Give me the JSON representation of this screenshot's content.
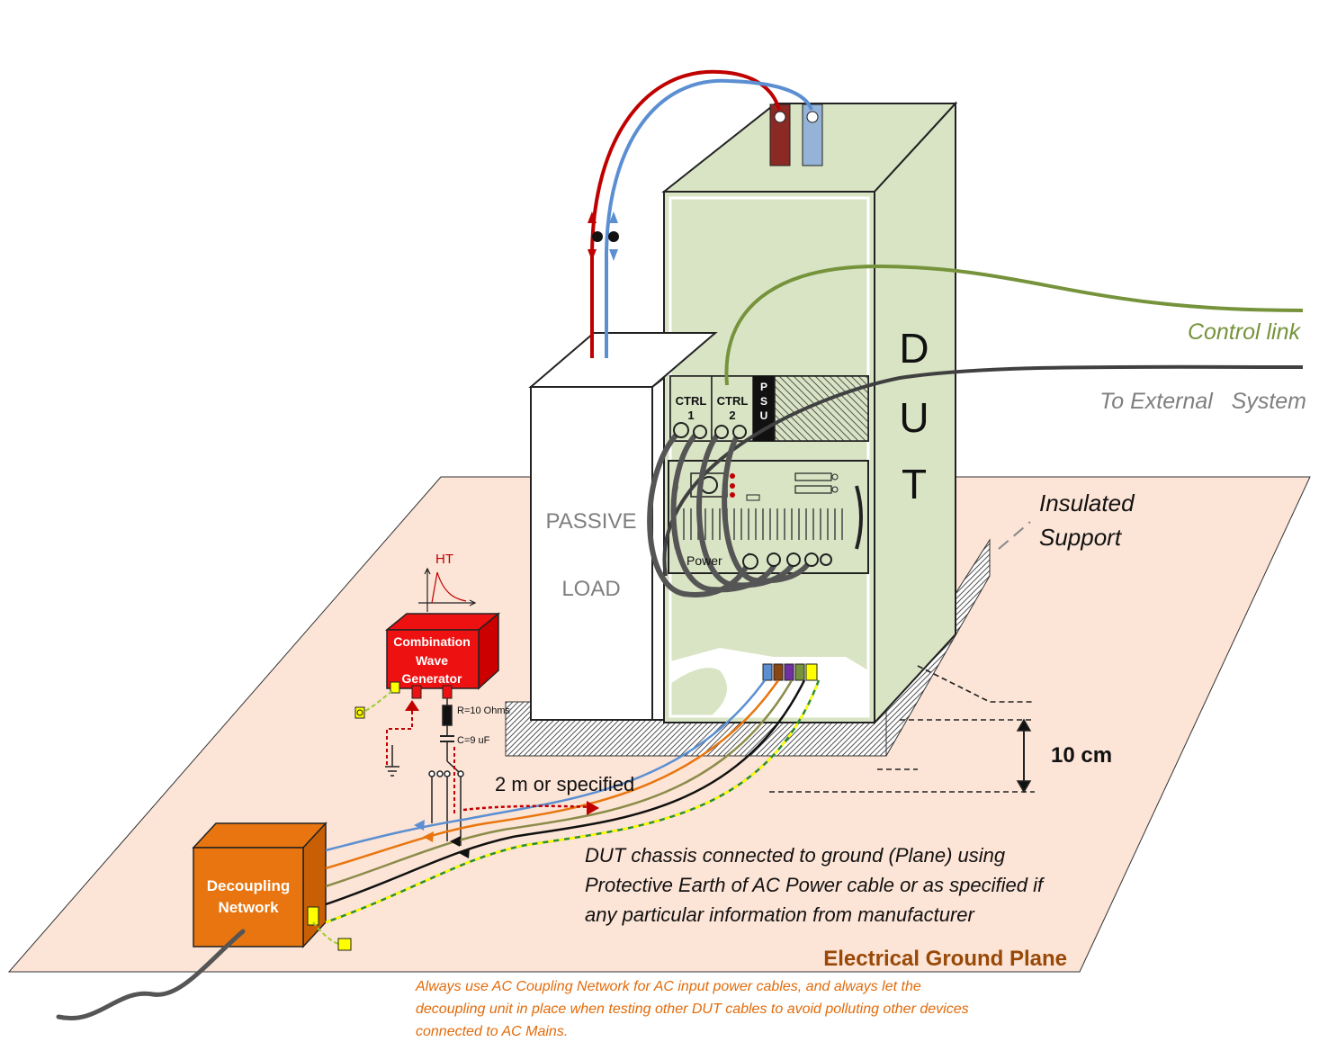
{
  "colors": {
    "plane": "#fce4d6",
    "dut_green": "#d9e4c5",
    "dut_green_dark": "#c6d6a8",
    "load_white": "#ffffff",
    "generator_red": "#ee1111",
    "decoupling_orange": "#e8750f",
    "control_link": "#76933c",
    "external": "#404040",
    "cable_blue": "#5b8fd2",
    "cable_red": "#c00000",
    "orange_note": "#e26b0a",
    "plane_title": "#984807"
  },
  "labels": {
    "dut_letters": [
      "D",
      "U",
      "T"
    ],
    "passive_load_1": "PASSIVE",
    "passive_load_2": "LOAD",
    "control_link": "Control link",
    "external_system": "To External   System",
    "insulated_1": "Insulated",
    "insulated_2": "Support",
    "height": "10 cm",
    "cable_length": "2 m or specified",
    "generator_1": "Combination",
    "generator_2": "Wave",
    "generator_3": "Generator",
    "ht": "HT",
    "resistor": "R=10 Ohms",
    "capacitor": "C=9 uF",
    "decoupling_1": "Decoupling",
    "decoupling_2": "Network",
    "ctrl1_a": "CTRL",
    "ctrl1_b": "1",
    "ctrl2_a": "CTRL",
    "ctrl2_b": "2",
    "psu": [
      "P",
      "S",
      "U"
    ],
    "power": "Power",
    "chassis_note_1": "DUT chassis connected to ground (Plane) using",
    "chassis_note_2": "Protective Earth of AC Power cable or as specified if",
    "chassis_note_3": "any particular information from manufacturer",
    "ground_plane": "Electrical Ground Plane",
    "footer_1": "Always use AC Coupling Network for AC input power cables, and always let the",
    "footer_2": "decoupling unit in place when testing other DUT cables to avoid polluting other devices",
    "footer_3": "connected to AC Mains."
  }
}
